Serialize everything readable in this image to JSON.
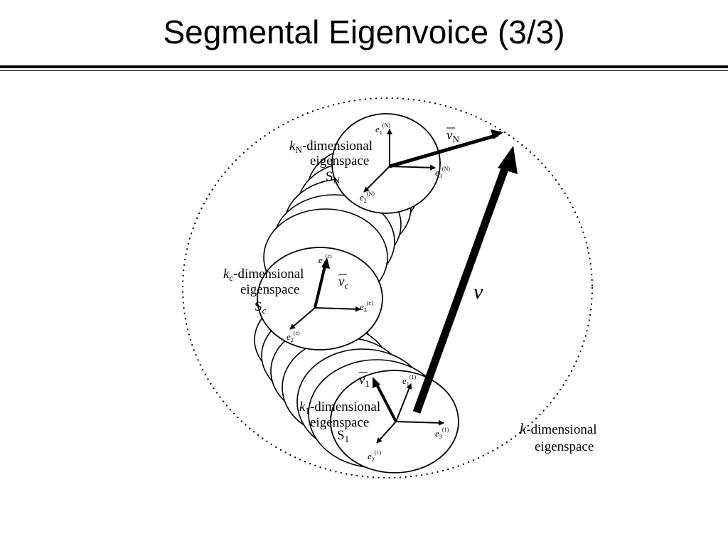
{
  "slide": {
    "title": "Segmental Eigenvoice (3/3)"
  },
  "diagram": {
    "outer_space": {
      "prefix": "k",
      "suffix": "-dimensional",
      "line2": "eigenspace"
    },
    "global_vector": "v",
    "subspaces": [
      {
        "id": "N",
        "dim_prefix": "k",
        "dim_sub": "N",
        "dim_suffix": "-dimensional",
        "line2": "eigenspace",
        "space_label": "S",
        "space_sub": "N",
        "vector_label": "v",
        "vector_sub": "N",
        "axes": [
          {
            "name": "e",
            "sub": "1",
            "sup": "(N)"
          },
          {
            "name": "e",
            "sub": "2",
            "sup": "(N)"
          },
          {
            "name": "e",
            "sub": "3",
            "sup": "(N)"
          }
        ]
      },
      {
        "id": "c",
        "dim_prefix": "k",
        "dim_sub": "c",
        "dim_suffix": "-dimensional",
        "line2": "eigenspace",
        "space_label": "S",
        "space_sub": "c",
        "vector_label": "v",
        "vector_sub": "c",
        "axes": [
          {
            "name": "e",
            "sub": "1",
            "sup": "(c)"
          },
          {
            "name": "e",
            "sub": "2",
            "sup": "(c)"
          },
          {
            "name": "e",
            "sub": "3",
            "sup": "(c)"
          }
        ]
      },
      {
        "id": "1",
        "dim_prefix": "k",
        "dim_sub": "1",
        "dim_suffix": "-dimensional",
        "line2": "eigenspace",
        "space_label": "S",
        "space_sub": "1",
        "vector_label": "v",
        "vector_sub": "1",
        "axes": [
          {
            "name": "e",
            "sub": "1",
            "sup": "(1)"
          },
          {
            "name": "e",
            "sub": "2",
            "sup": "(1)"
          },
          {
            "name": "e",
            "sub": "3",
            "sup": "(1)"
          }
        ]
      }
    ]
  }
}
